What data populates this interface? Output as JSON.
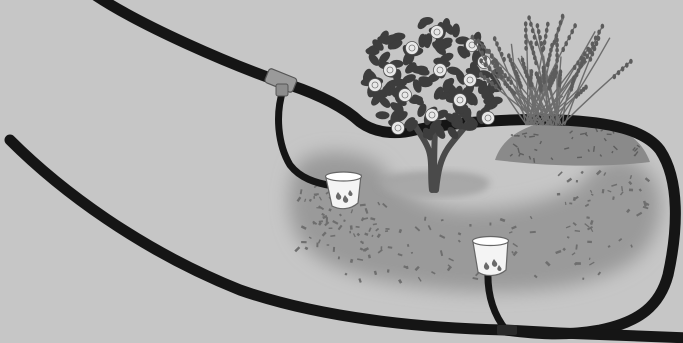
{
  "illustration": {
    "kind": "drip-irrigation-garden-diagram",
    "style": "grayscale",
    "colors": {
      "background": "#c6c6c6",
      "ground_shadow": "#9c9c9c",
      "hose": "#151515",
      "tree_foliage": "#3d3d3d",
      "tree_trunk": "#4a4a4a",
      "lavender": "#6d6d6d",
      "dripper_body": "#f4f4f4",
      "water_drop": "#6a6a6a",
      "rose": "#e8e8e8"
    },
    "elements": [
      "main-hose-upper",
      "main-hose-lower",
      "tee-connector",
      "branch-line-left",
      "branch-line-right",
      "dripper-left",
      "dripper-right",
      "rose-bush",
      "lavender-plant",
      "mulch-bed"
    ]
  }
}
